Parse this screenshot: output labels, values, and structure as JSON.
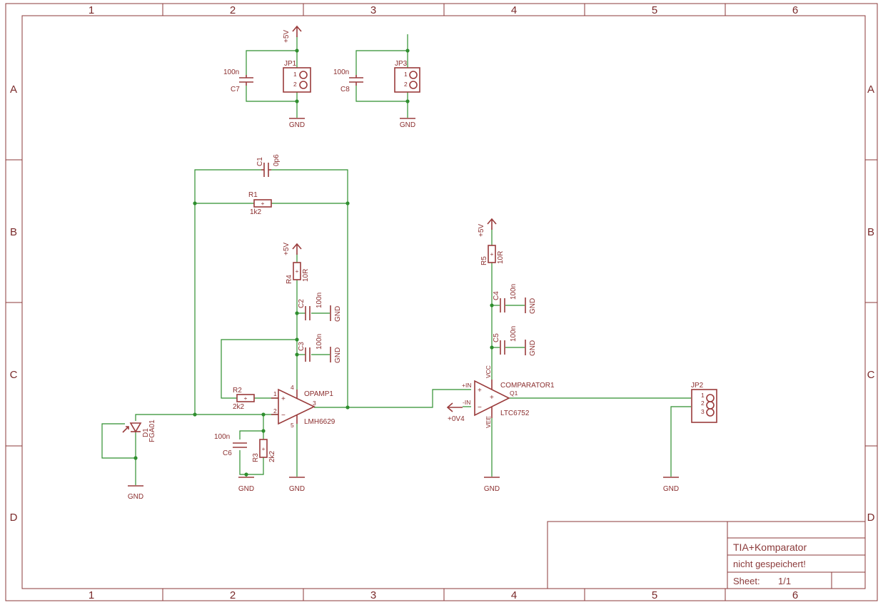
{
  "frame": {
    "columns": [
      "1",
      "2",
      "3",
      "4",
      "5",
      "6"
    ],
    "rows": [
      "A",
      "B",
      "C",
      "D"
    ]
  },
  "title_block": {
    "title": "TIA+Komparator",
    "status": "nicht gespeichert!",
    "sheet_label": "Sheet:",
    "sheet_value": "1/1"
  },
  "power": {
    "vcc": "+5V",
    "gnd": "GND",
    "ref": "+0V4"
  },
  "parts": {
    "C7": {
      "name": "C7",
      "value": "100n"
    },
    "C8": {
      "name": "C8",
      "value": "100n"
    },
    "JP1": {
      "name": "JP1",
      "pins": [
        "1",
        "2"
      ]
    },
    "JP3": {
      "name": "JP3",
      "pins": [
        "1",
        "2"
      ]
    },
    "JP2": {
      "name": "JP2",
      "pins": [
        "1",
        "2",
        "3"
      ]
    },
    "C1": {
      "name": "C1",
      "value": "0p6"
    },
    "R1": {
      "name": "R1",
      "value": "1k2"
    },
    "R4": {
      "name": "R4",
      "value": "10R"
    },
    "C2": {
      "name": "C2",
      "value": "100n"
    },
    "C3": {
      "name": "C3",
      "value": "100n"
    },
    "R2": {
      "name": "R2",
      "value": "2k2"
    },
    "R3": {
      "name": "R3",
      "value": "2k2"
    },
    "C6": {
      "name": "C6",
      "value": "100n"
    },
    "D1": {
      "name": "D1",
      "value": "FGA01"
    },
    "OPAMP1": {
      "name": "OPAMP1",
      "value": "LMH6629",
      "pins": [
        "1",
        "2",
        "3",
        "4",
        "5"
      ]
    },
    "R5": {
      "name": "R5",
      "value": "10R"
    },
    "C4": {
      "name": "C4",
      "value": "100n"
    },
    "C5": {
      "name": "C5",
      "value": "100n"
    },
    "COMPARATOR1": {
      "name": "COMPARATOR1",
      "value": "LTC6752",
      "pins": [
        "+IN",
        "-IN",
        "VCC",
        "VEE",
        "Q1"
      ]
    }
  },
  "symbols": {
    "plus": "+",
    "minus": "−"
  }
}
